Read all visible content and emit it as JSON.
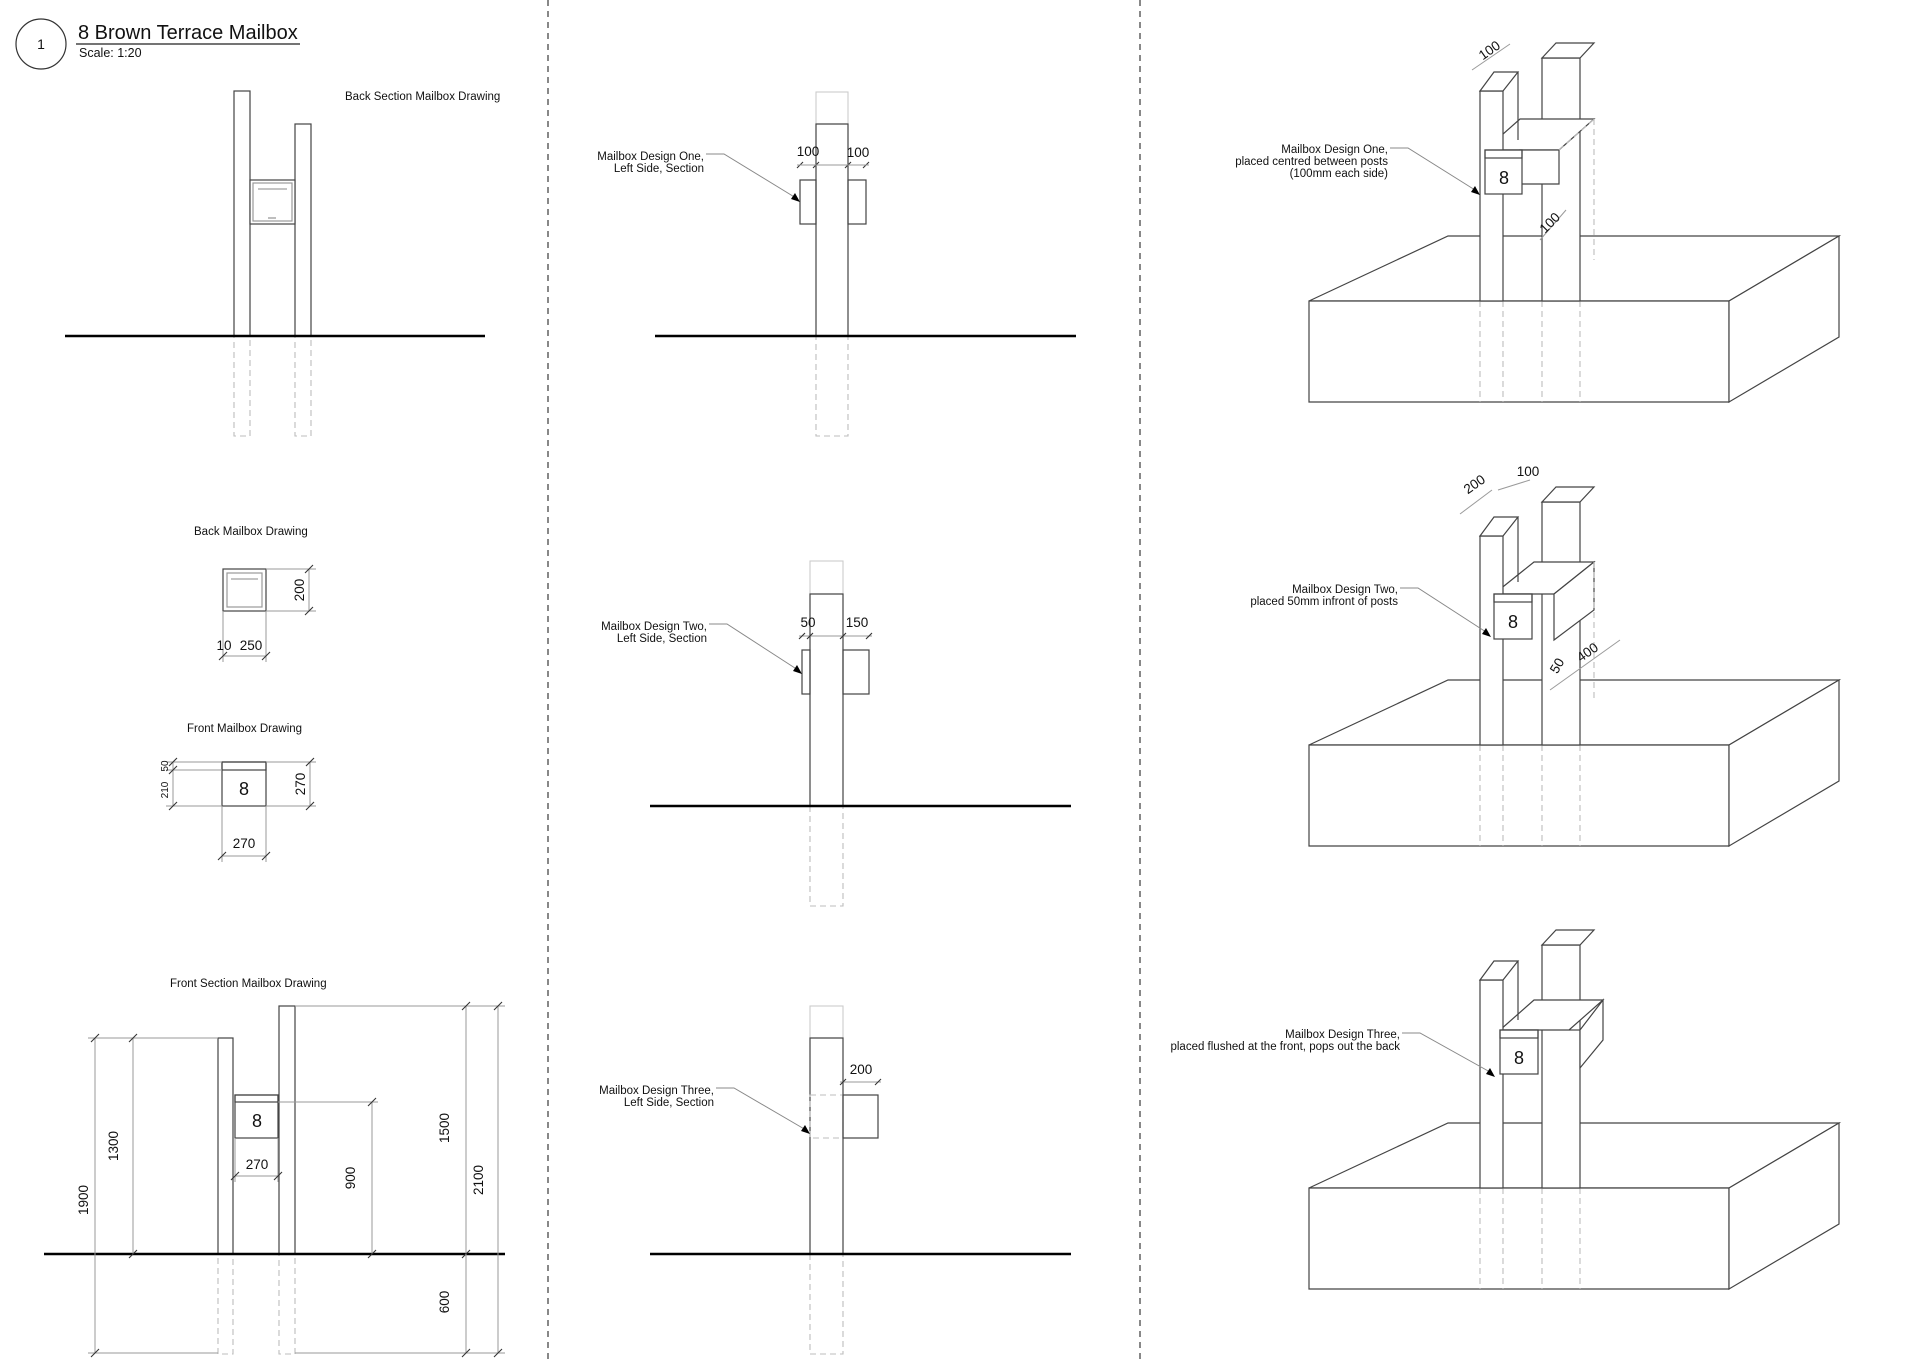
{
  "sheet": {
    "number": "1",
    "title": "8 Brown Terrace Mailbox",
    "scale": "Scale: 1:20"
  },
  "views": {
    "back_section": "Back Section Mailbox Drawing",
    "back_mailbox": "Back Mailbox Drawing",
    "front_mailbox": "Front Mailbox Drawing",
    "front_section": "Front Section Mailbox Drawing"
  },
  "mailbox_number": "8",
  "dims": {
    "back_h": "200",
    "back_side": "10",
    "back_w": "250",
    "front_top": "50",
    "front_body": "210",
    "front_h": "270",
    "front_w": "270",
    "fs_1900": "1900",
    "fs_1300": "1300",
    "fs_270": "270",
    "fs_900": "900",
    "fs_1500": "1500",
    "fs_2100": "2100",
    "fs_600": "600",
    "d1_left": "100",
    "d1_right": "100",
    "d2_left": "50",
    "d2_right": "150",
    "d3_right": "200",
    "i1_top": "100",
    "i1_side": "100",
    "i2_a": "200",
    "i2_b": "100",
    "i2_c": "50",
    "i2_d": "400"
  },
  "labels": {
    "s1_l1": "Mailbox Design One,",
    "s1_l2": "Left Side, Section",
    "s2_l1": "Mailbox Design Two,",
    "s2_l2": "Left Side, Section",
    "s3_l1": "Mailbox Design Three,",
    "s3_l2": "Left Side, Section",
    "i1_l1": "Mailbox Design One,",
    "i1_l2": "placed centred between posts",
    "i1_l3": "(100mm each side)",
    "i2_l1": "Mailbox Design Two,",
    "i2_l2": "placed 50mm infront of posts",
    "i3_l1": "Mailbox Design Three,",
    "i3_l2": "placed flushed at the front, pops out the back"
  }
}
